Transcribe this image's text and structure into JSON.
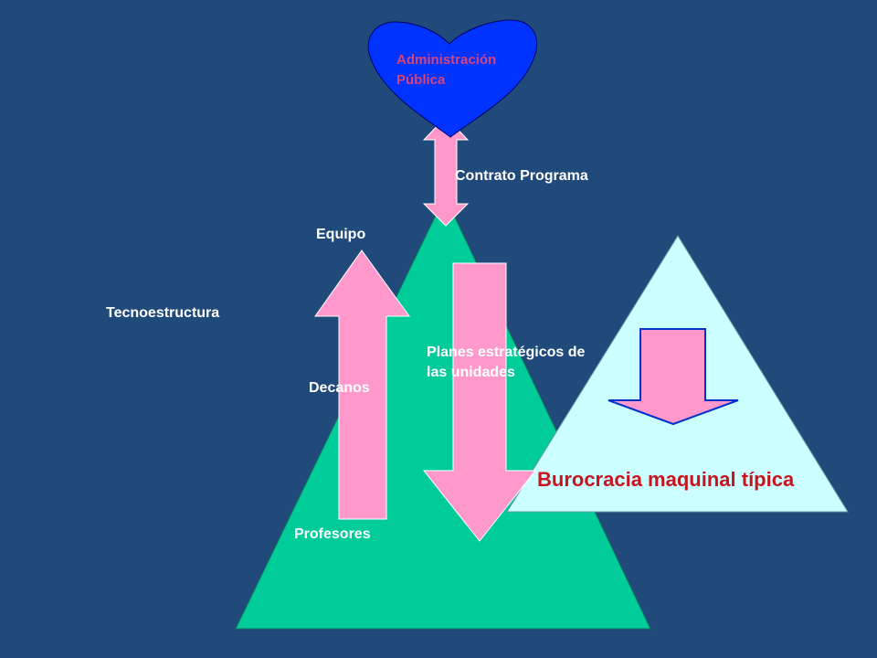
{
  "diagram": {
    "administracion": {
      "line1": "Administración",
      "line2": "Pública"
    },
    "contrato": "Contrato Programa",
    "equipo": "Equipo",
    "tecnoestructura": "Tecnoestructura",
    "planes": {
      "line1": "Planes estratégicos de",
      "line2": "las unidades"
    },
    "decanos": "Decanos",
    "profesores": "Profesores",
    "burocracia": "Burocracia maquinal típica"
  },
  "colors": {
    "background": "#204a7a",
    "pyramid": "#00cc99",
    "machine_triangle": "#ccffff",
    "arrow": "#ff99cc",
    "heart": "#0033ff",
    "admin_text": "#d7447a",
    "burocracia_text": "#c8141e"
  }
}
